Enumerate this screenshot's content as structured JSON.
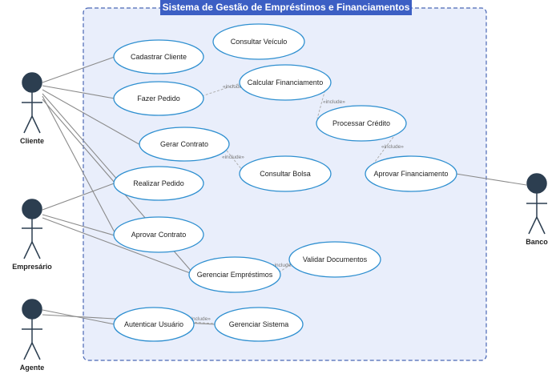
{
  "system": {
    "title": "Sistema de Gestão de Empréstimos e Financiamentos",
    "colors": {
      "boundary_fill": "#e9eefb",
      "boundary_stroke": "#4a67b5",
      "title_fill": "#3c5fc4",
      "usecase_stroke": "#2e8fd0",
      "actor_fill": "#2c3e50"
    }
  },
  "actors": [
    {
      "id": "cliente",
      "label": "Cliente"
    },
    {
      "id": "empresario",
      "label": "Empresário"
    },
    {
      "id": "agente",
      "label": "Agente"
    },
    {
      "id": "banco",
      "label": "Banco"
    }
  ],
  "use_cases": [
    {
      "id": "consultar_veiculo",
      "label": "Consultar Veículo"
    },
    {
      "id": "cadastrar_cliente",
      "label": "Cadastrar Cliente"
    },
    {
      "id": "calcular_financiamento",
      "label": "Calcular Financiamento"
    },
    {
      "id": "fazer_pedido",
      "label": "Fazer Pedido"
    },
    {
      "id": "processar_credito",
      "label": "Processar Crédito"
    },
    {
      "id": "gerar_contrato",
      "label": "Gerar Contrato"
    },
    {
      "id": "consultar_bolsa",
      "label": "Consultar Bolsa"
    },
    {
      "id": "aprovar_financiamento",
      "label": "Aprovar Financiamento"
    },
    {
      "id": "realizar_pedido",
      "label": "Realizar Pedido"
    },
    {
      "id": "aprovar_contrato",
      "label": "Aprovar Contrato"
    },
    {
      "id": "validar_documentos",
      "label": "Validar Documentos"
    },
    {
      "id": "gerenciar_emprestimos",
      "label": "Gerenciar Empréstimos"
    },
    {
      "id": "autenticar_usuario",
      "label": "Autenticar Usuário"
    },
    {
      "id": "gerenciar_sistema",
      "label": "Gerenciar Sistema"
    }
  ],
  "associations": [
    {
      "actor": "cliente",
      "use_case": "cadastrar_cliente"
    },
    {
      "actor": "cliente",
      "use_case": "fazer_pedido"
    },
    {
      "actor": "cliente",
      "use_case": "gerar_contrato"
    },
    {
      "actor": "cliente",
      "use_case": "realizar_pedido"
    },
    {
      "actor": "cliente",
      "use_case": "aprovar_contrato"
    },
    {
      "actor": "cliente",
      "use_case": "gerenciar_emprestimos"
    },
    {
      "actor": "empresario",
      "use_case": "realizar_pedido"
    },
    {
      "actor": "empresario",
      "use_case": "aprovar_contrato"
    },
    {
      "actor": "empresario",
      "use_case": "gerenciar_emprestimos"
    },
    {
      "actor": "agente",
      "use_case": "autenticar_usuario"
    },
    {
      "actor": "agente",
      "use_case": "gerenciar_sistema"
    },
    {
      "actor": "banco",
      "use_case": "aprovar_financiamento"
    }
  ],
  "includes": [
    {
      "from": "fazer_pedido",
      "to": "calcular_financiamento",
      "label": "«include»"
    },
    {
      "from": "calcular_financiamento",
      "to": "processar_credito",
      "label": "«include»"
    },
    {
      "from": "processar_credito",
      "to": "aprovar_financiamento",
      "label": "«include»"
    },
    {
      "from": "gerar_contrato",
      "to": "consultar_bolsa",
      "label": "«include»"
    },
    {
      "from": "gerenciar_emprestimos",
      "to": "validar_documentos",
      "label": "«include»"
    },
    {
      "from": "autenticar_usuario",
      "to": "gerenciar_sistema",
      "label": "«include»"
    }
  ]
}
